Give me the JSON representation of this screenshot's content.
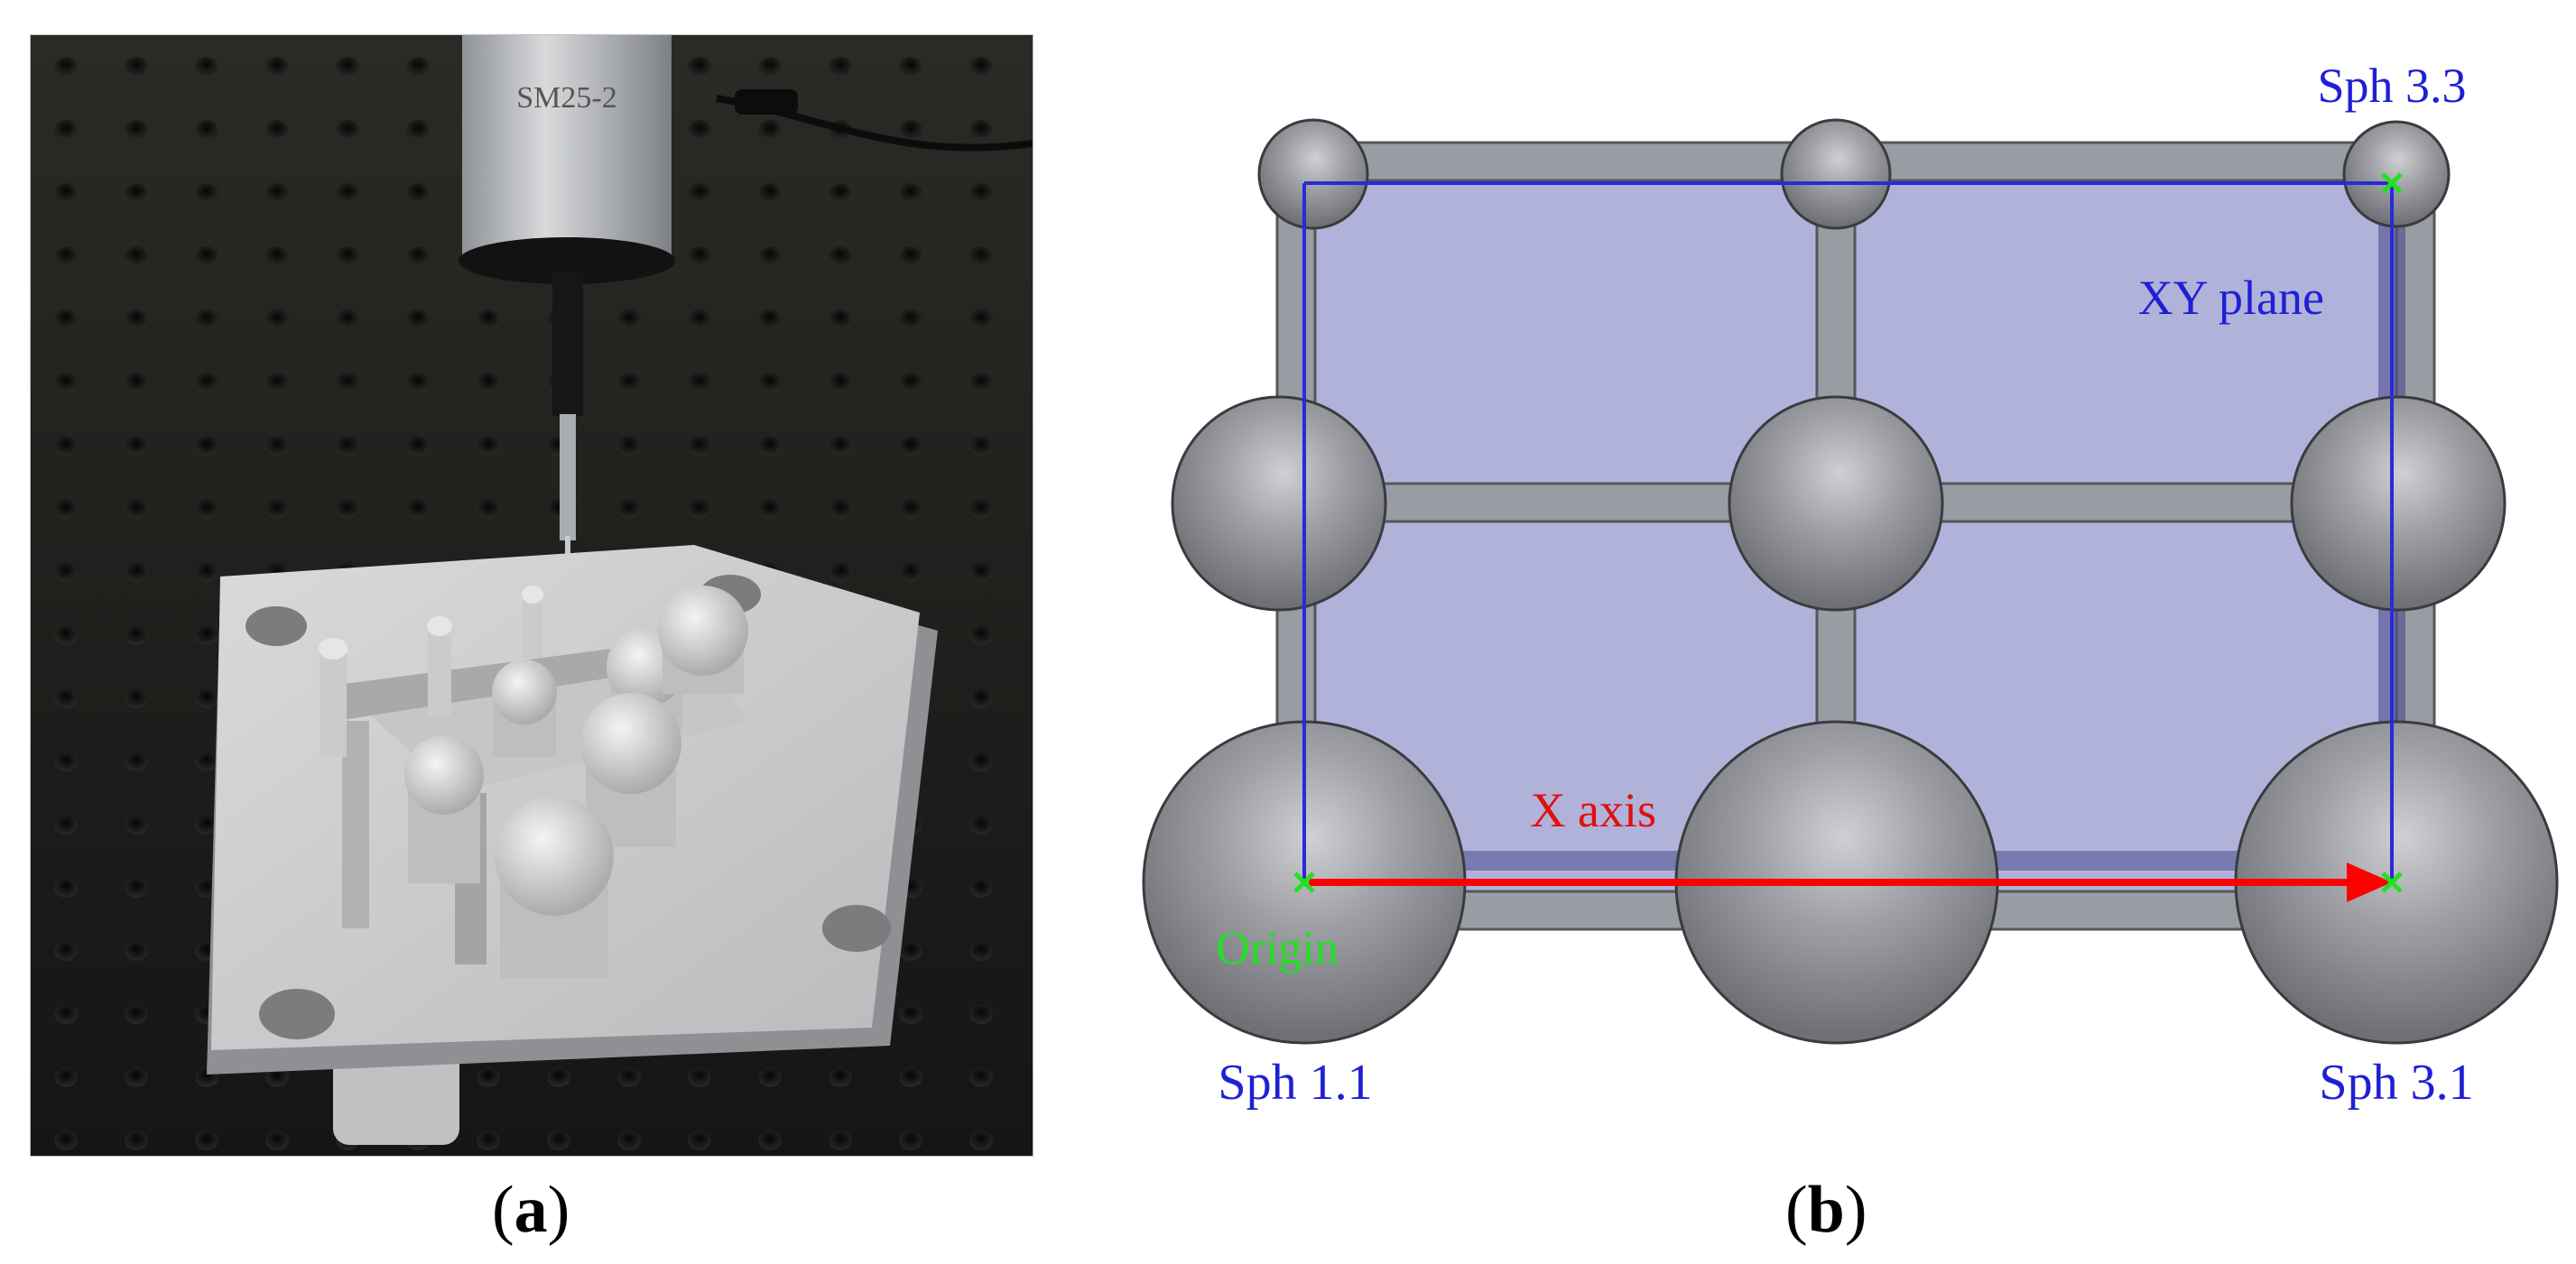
{
  "figure": {
    "caption_a": {
      "open": "(",
      "letter": "a",
      "close": ")"
    },
    "caption_b": {
      "open": "(",
      "letter": "b",
      "close": ")"
    }
  },
  "photo": {
    "probe_label": "SM25-2"
  },
  "diagram": {
    "labels": {
      "sph_33": "Sph 3.3",
      "xy_plane": "XY plane",
      "x_axis": "X axis",
      "origin": "Origin",
      "sph_11": "Sph 1.1",
      "sph_31": "Sph 3.1"
    },
    "colors": {
      "plane_fill": "#b1b2da",
      "frame_gray": "#9a9ca4",
      "sphere_gray": "#8a8c92",
      "axis_red": "#ff0000",
      "label_blue": "#1f1fd6",
      "origin_green": "#22e022",
      "frame_line_blue": "#2a2ad8"
    }
  }
}
